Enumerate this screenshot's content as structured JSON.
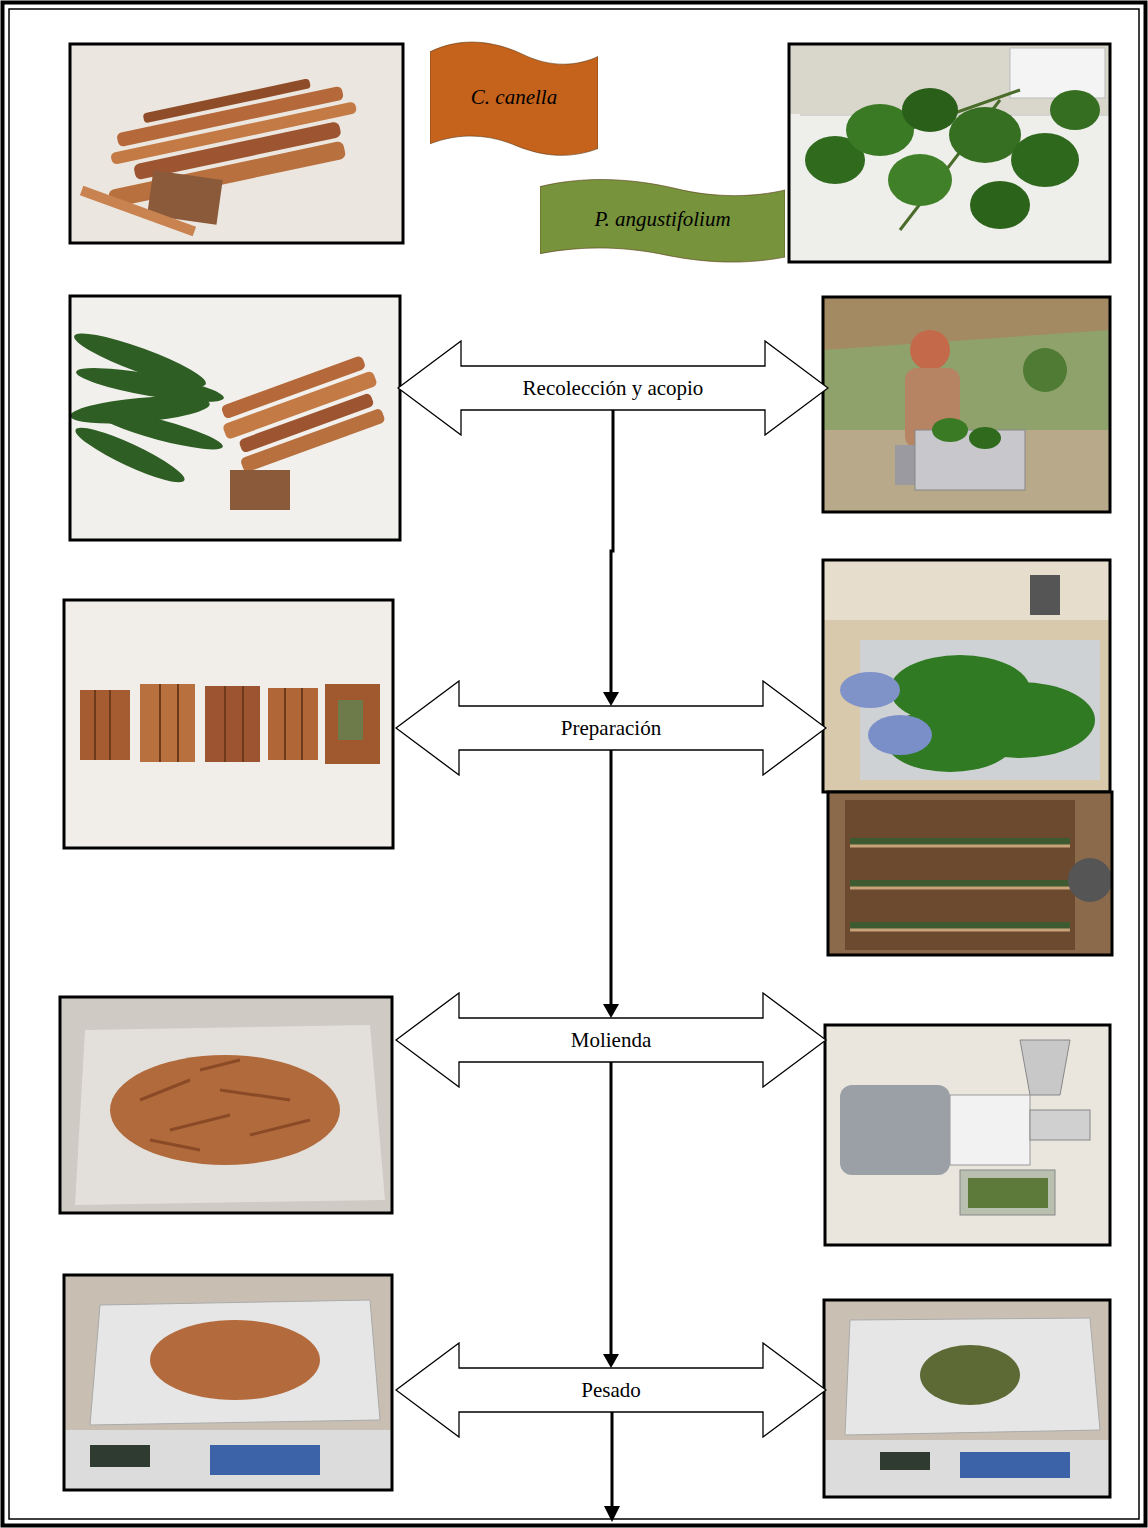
{
  "diagram": {
    "nodes": [
      {
        "text": [
          "C. canella"
        ]
      },
      {
        "text": [
          "P. angustifolium"
        ]
      },
      {
        "text": [
          "Recolección y acopio"
        ]
      },
      {
        "text": [
          "Preparación"
        ]
      },
      {
        "text": [
          "Molienda"
        ]
      },
      {
        "text": [
          "Pesado"
        ]
      }
    ],
    "edges": [
      {
        "from": 2,
        "to": 3,
        "arrow": "to"
      },
      {
        "from": 3,
        "to": 4,
        "arrow": "to"
      },
      {
        "from": 4,
        "to": 5,
        "arrow": "to"
      }
    ]
  }
}
